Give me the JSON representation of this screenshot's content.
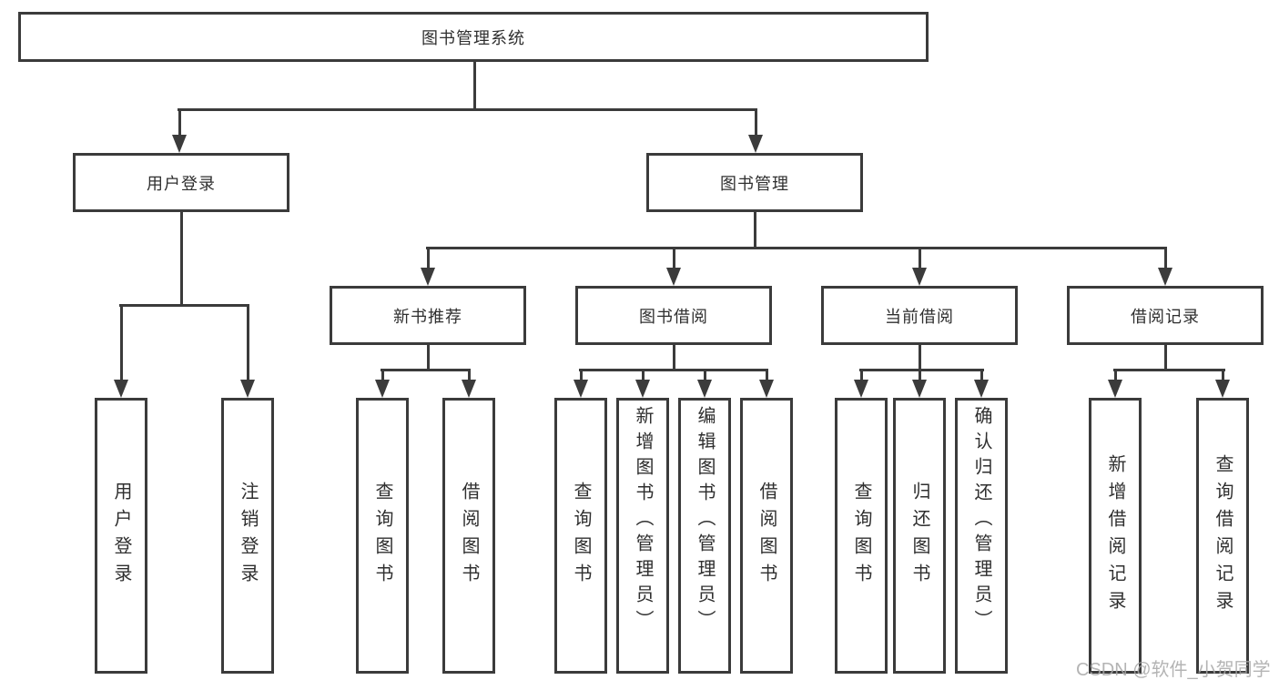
{
  "colors": {
    "stroke": "#3b3b3b",
    "text": "#2f2f2f",
    "background": "#ffffff",
    "watermark": "#a8a8a8"
  },
  "nodes": {
    "root": "图书管理系统",
    "userLogin": "用户登录",
    "bookMgmt": "图书管理",
    "newBookRec": "新书推荐",
    "bookBorrow": "图书借阅",
    "currentBorrow": "当前借阅",
    "borrowRecord": "借阅记录",
    "leafUserLogin": "用户登录",
    "leafLogout": "注销登录",
    "leafQueryBookA": "查询图书",
    "leafBorrowBookA": "借阅图书",
    "leafQueryBookB": "查询图书",
    "leafAddBook": "新增图书（管理员）",
    "leafEditBook": "编辑图书（管理员）",
    "leafBorrowBookB": "借阅图书",
    "leafQueryBookC": "查询图书",
    "leafReturnBook": "归还图书",
    "leafConfirmReturn": "确认归还（管理员）",
    "leafAddBorrowRecord": "新增借阅记录",
    "leafQueryBorrowRecord": "查询借阅记录"
  },
  "hierarchy": {
    "图书管理系统": {
      "用户登录": [
        "用户登录",
        "注销登录"
      ],
      "图书管理": {
        "新书推荐": [
          "查询图书",
          "借阅图书"
        ],
        "图书借阅": [
          "查询图书",
          "新增图书（管理员）",
          "编辑图书（管理员）",
          "借阅图书"
        ],
        "当前借阅": [
          "查询图书",
          "归还图书",
          "确认归还（管理员）"
        ],
        "借阅记录": [
          "新增借阅记录",
          "查询借阅记录"
        ]
      }
    }
  },
  "watermark": "CSDN @软件_小贺同学"
}
